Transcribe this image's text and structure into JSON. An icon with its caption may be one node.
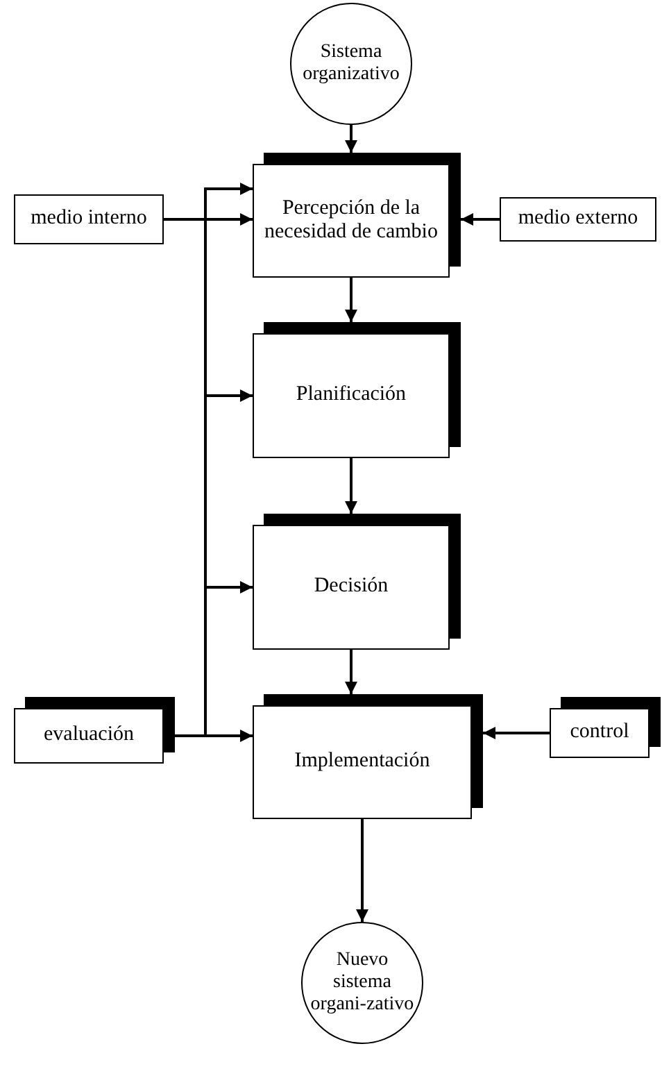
{
  "diagram": {
    "nodes": [
      {
        "text": [
          "Sistema organizativo"
        ]
      },
      {
        "text": [
          "medio interno"
        ]
      },
      {
        "text": [
          "Percepción de la necesidad de cambio"
        ]
      },
      {
        "text": [
          "medio externo"
        ]
      },
      {
        "text": [
          "Planificación"
        ]
      },
      {
        "text": [
          "Decisión"
        ]
      },
      {
        "text": [
          "evaluación"
        ]
      },
      {
        "text": [
          "Implementación"
        ]
      },
      {
        "text": [
          "control"
        ]
      },
      {
        "text": [
          "Nuevo sistema organi-zativo"
        ]
      }
    ],
    "edges": [
      {
        "from": 0,
        "to": 2,
        "arrow": "to"
      },
      {
        "from": 1,
        "to": 2,
        "arrow": "to"
      },
      {
        "from": 3,
        "to": 2,
        "arrow": "to"
      },
      {
        "from": 2,
        "to": 4,
        "arrow": "to"
      },
      {
        "from": 4,
        "to": 5,
        "arrow": "to"
      },
      {
        "from": 5,
        "to": 7,
        "arrow": "to"
      },
      {
        "from": 6,
        "to": 2,
        "arrow": "to"
      },
      {
        "from": 6,
        "to": 4,
        "arrow": "to"
      },
      {
        "from": 6,
        "to": 5,
        "arrow": "to"
      },
      {
        "from": 6,
        "to": 7,
        "arrow": "to"
      },
      {
        "from": 8,
        "to": 7,
        "arrow": "to"
      },
      {
        "from": 7,
        "to": 9,
        "arrow": "to"
      }
    ]
  }
}
